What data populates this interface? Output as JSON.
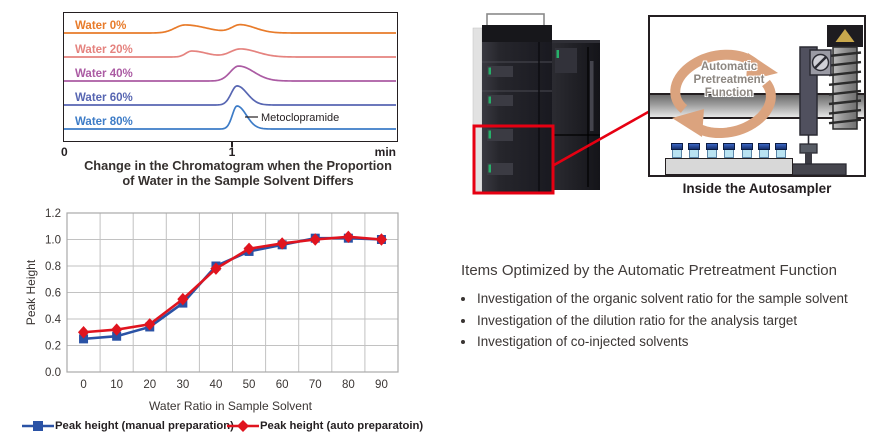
{
  "accent": {
    "red": "#e60012"
  },
  "chromatogram": {
    "traces": [
      {
        "label": "Water 0%",
        "color": "#e87b2a",
        "peaks": [
          {
            "c": 0.72,
            "sl": 0.06,
            "sr": 0.13,
            "h": 0.35
          },
          {
            "c": 1.05,
            "sl": 0.05,
            "sr": 0.09,
            "h": 0.35
          }
        ]
      },
      {
        "label": "Water 20%",
        "color": "#e5837f",
        "peaks": [
          {
            "c": 0.76,
            "sl": 0.035,
            "sr": 0.09,
            "h": 0.26
          },
          {
            "c": 1.05,
            "sl": 0.06,
            "sr": 0.1,
            "h": 0.35
          }
        ]
      },
      {
        "label": "Water 40%",
        "color": "#ab5ba3",
        "peaks": [
          {
            "c": 1.04,
            "sl": 0.05,
            "sr": 0.09,
            "h": 0.65
          }
        ]
      },
      {
        "label": "Water 60%",
        "color": "#5766b2",
        "peaks": [
          {
            "c": 1.03,
            "sl": 0.035,
            "sr": 0.06,
            "h": 0.83
          }
        ]
      },
      {
        "label": "Water 80%",
        "color": "#3d7cc7",
        "peaks": [
          {
            "c": 1.03,
            "sl": 0.028,
            "sr": 0.055,
            "h": 1.0
          }
        ]
      }
    ],
    "annotation": "Metoclopramide",
    "x_axis": {
      "origin": "0",
      "tick": "1",
      "unit": "min"
    },
    "caption_line1": "Change in the Chromatogram when the Proportion",
    "caption_line2": "of Water in the Sample Solvent Differs"
  },
  "chart_data": {
    "type": "line",
    "categories": [
      0,
      10,
      20,
      30,
      40,
      50,
      60,
      70,
      80,
      90
    ],
    "series": [
      {
        "name": "Peak height (manual preparation)",
        "color": "#2a52a5",
        "marker": "square",
        "values": [
          0.25,
          0.27,
          0.34,
          0.52,
          0.8,
          0.91,
          0.96,
          1.01,
          1.01,
          1.0
        ]
      },
      {
        "name": "Peak height (auto preparatoin)",
        "color": "#e0141f",
        "marker": "diamond",
        "values": [
          0.3,
          0.32,
          0.36,
          0.55,
          0.78,
          0.93,
          0.97,
          1.0,
          1.02,
          1.0
        ]
      }
    ],
    "xlabel": "Water Ratio in Sample Solvent",
    "ylabel": "Peak Height",
    "ylim": [
      0,
      1.2
    ],
    "ytick_step": 0.2,
    "grid": true,
    "legend_position": "bottom"
  },
  "diagram": {
    "cycle_label": [
      "Automatic",
      "Pretreatment",
      "Function"
    ],
    "arrow_color": "#dba37e",
    "caption": "Inside the Autosampler",
    "vial_count": 7
  },
  "items": {
    "heading": "Items Optimized by the Automatic Pretreatment Function",
    "bullets": [
      "Investigation of the organic solvent ratio for the sample solvent",
      "Investigation of the dilution ratio for the analysis target",
      "Investigation of co-injected solvents"
    ]
  }
}
